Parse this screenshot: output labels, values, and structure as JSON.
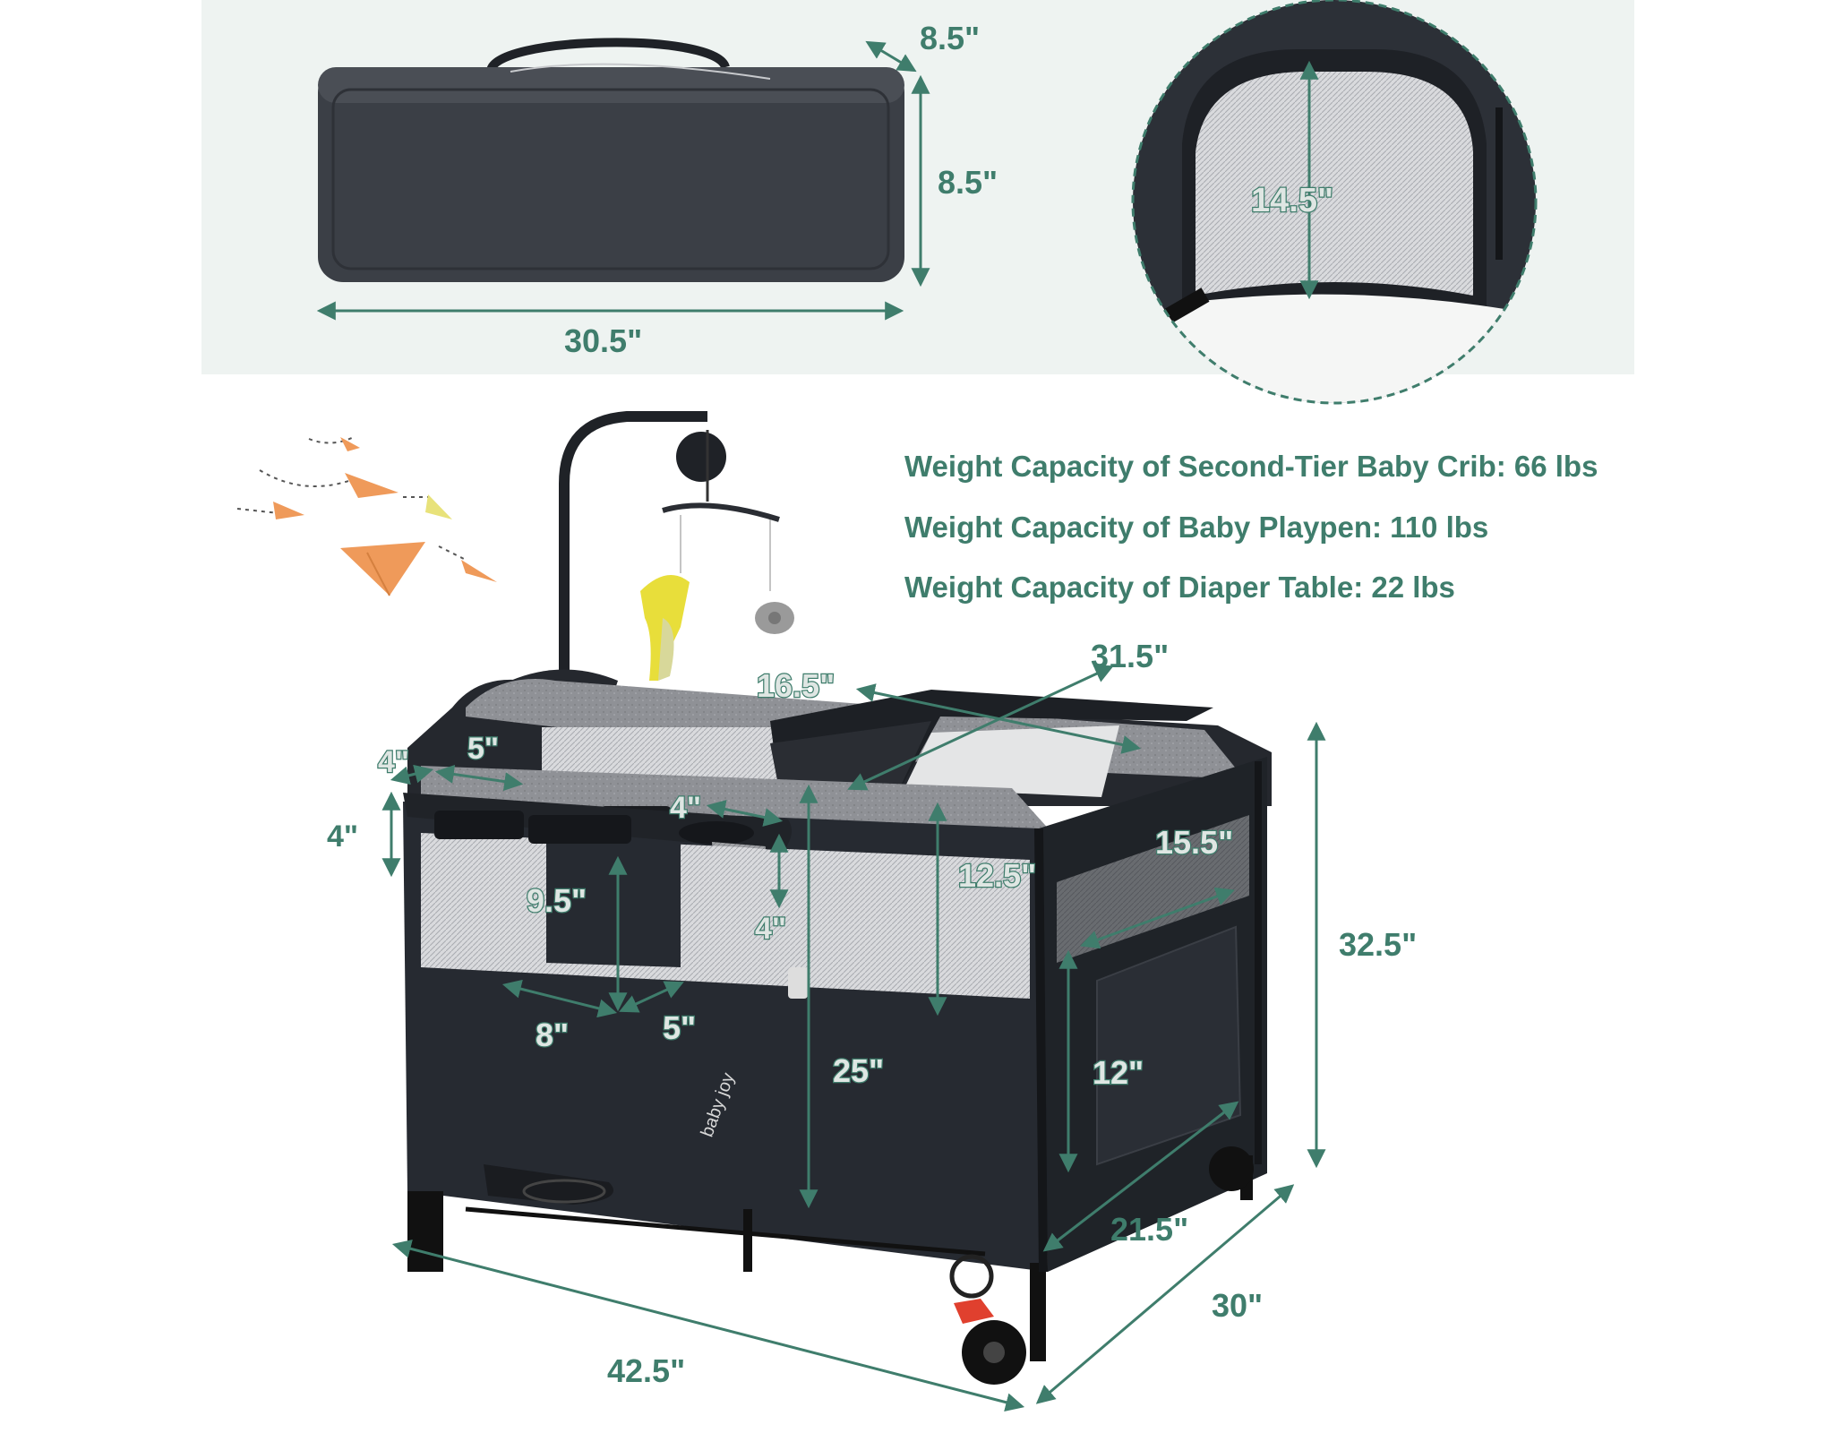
{
  "colors": {
    "accent": "#3f7d6c",
    "top_panel": "#eef3f1",
    "fabric_dark": "#2b2f36",
    "fabric_gray": "#8d8f94",
    "plane_orange": "#ef9a5a"
  },
  "bag": {
    "dimensions": {
      "depth": "8.5\"",
      "height": "8.5\"",
      "length": "30.5\""
    }
  },
  "door_inset": {
    "height": "14.5\""
  },
  "specs": {
    "crib": "Weight Capacity of Second-Tier Baby Crib: 66 lbs",
    "playpen": "Weight Capacity of Baby Playpen: 110 lbs",
    "diaper_table": "Weight Capacity of Diaper Table: 22 lbs"
  },
  "playpen": {
    "brand": "baby joy",
    "dimensions": {
      "changer_width": "16.5\"",
      "changer_length": "31.5\"",
      "organizer_left_depth": "4\"",
      "organizer_left_width": "5\"",
      "organizer_height": "4\"",
      "organizer_right_depth": "4\"",
      "pocket_height": "9.5\"",
      "pocket_depth": "4\"",
      "pocket_width": "8\"",
      "pocket_front": "5\"",
      "bassinet_depth": "12.5\"",
      "side_pocket_width": "15.5\"",
      "side_pocket_height": "12\"",
      "floor_height": "25\"",
      "total_height": "32.5\"",
      "inner_width": "21.5\"",
      "total_width": "30\"",
      "total_length": "42.5\""
    }
  }
}
